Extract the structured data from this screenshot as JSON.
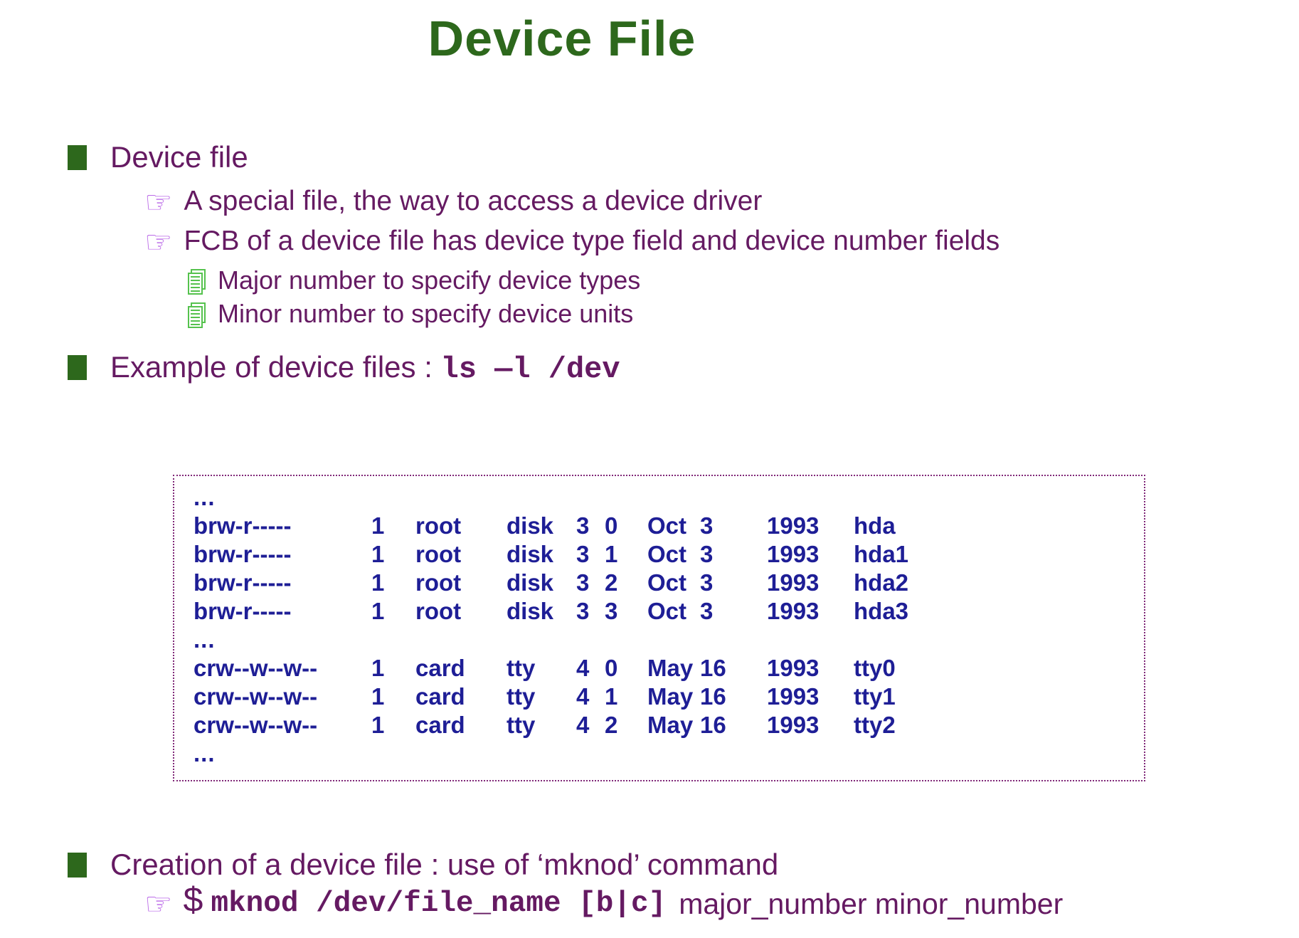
{
  "slide": {
    "title": "Device File"
  },
  "colors": {
    "title_green": "#2d681c",
    "purple": "#651a62",
    "navy": "#1e1e96",
    "finger_violet": "#bb6ae8",
    "doc_green": "#55c24d",
    "box_border": "#802878"
  },
  "icons": {
    "pointer_glyph": "☞"
  },
  "bullets": {
    "b1_label": "Device file",
    "b1_sub1": "A special file, the way to access a device driver",
    "b1_sub2": "FCB of a device file has device type field and device number fields",
    "b1_sub2_item1": "Major number to specify device types",
    "b1_sub2_item2": "Minor number to specify device units",
    "b2_label": "Example of device files : ",
    "b2_cmd": "ls —l /dev",
    "b3_label": "Creation of a device file : use of ‘mknod’ command",
    "b3_prompt": "$",
    "b3_cmd": "mknod /dev/file_name [b|c]",
    "b3_args": "major_number minor_number"
  },
  "listing": {
    "rows": [
      [
        "..."
      ],
      [
        "brw-r-----",
        "1",
        "root",
        "disk",
        "3",
        "0",
        "Oct",
        "3",
        "1993",
        "hda"
      ],
      [
        "brw-r-----",
        "1",
        "root",
        "disk",
        "3",
        "1",
        "Oct",
        "3",
        "1993",
        "hda1"
      ],
      [
        "brw-r-----",
        "1",
        "root",
        "disk",
        "3",
        "2",
        "Oct",
        "3",
        "1993",
        "hda2"
      ],
      [
        "brw-r-----",
        "1",
        "root",
        "disk",
        "3",
        "3",
        "Oct",
        "3",
        "1993",
        "hda3"
      ],
      [
        "..."
      ],
      [
        "crw--w--w--",
        "1",
        "card",
        "tty",
        "4",
        "0",
        "May",
        "16",
        "1993",
        "tty0"
      ],
      [
        "crw--w--w--",
        "1",
        "card",
        "tty",
        "4",
        "1",
        "May",
        "16",
        "1993",
        "tty1"
      ],
      [
        "crw--w--w--",
        "1",
        "card",
        "tty",
        "4",
        "2",
        "May",
        "16",
        "1993",
        "tty2"
      ],
      [
        "..."
      ]
    ]
  }
}
